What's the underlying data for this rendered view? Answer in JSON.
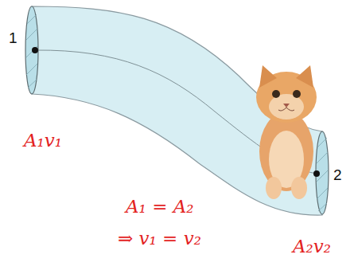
{
  "diagram": {
    "labels": [
      "1",
      "2",
      "A₁v₁",
      "A₁ = A₂",
      "⇒ v₁ = v₂",
      "A₂v₂"
    ]
  }
}
